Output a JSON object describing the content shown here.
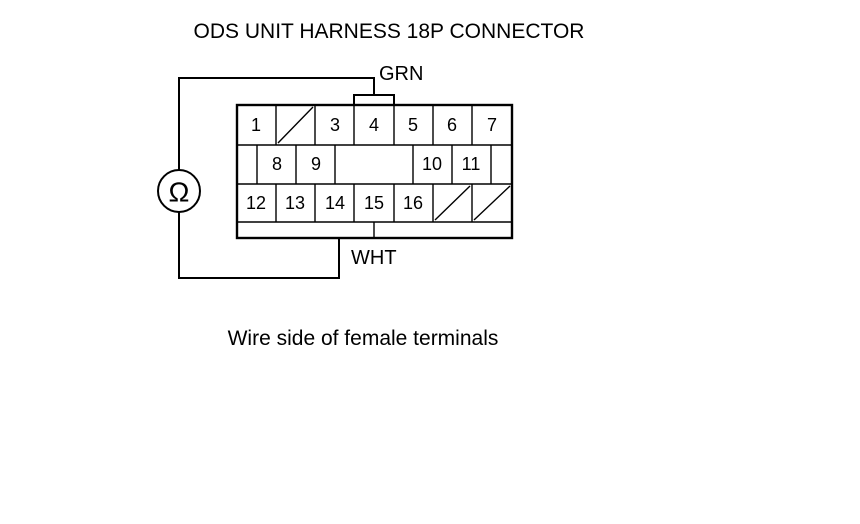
{
  "title": "ODS UNIT HARNESS 18P CONNECTOR",
  "caption": "Wire side of female terminals",
  "wire_labels": {
    "top": "GRN",
    "bottom": "WHT"
  },
  "meter_symbol": "Ω",
  "connector": {
    "rows": [
      [
        "1",
        "",
        "3",
        "4",
        "5",
        "6",
        "7"
      ],
      [
        "8",
        "9",
        "10",
        "11"
      ],
      [
        "12",
        "13",
        "14",
        "15",
        "16",
        "",
        ""
      ]
    ]
  }
}
